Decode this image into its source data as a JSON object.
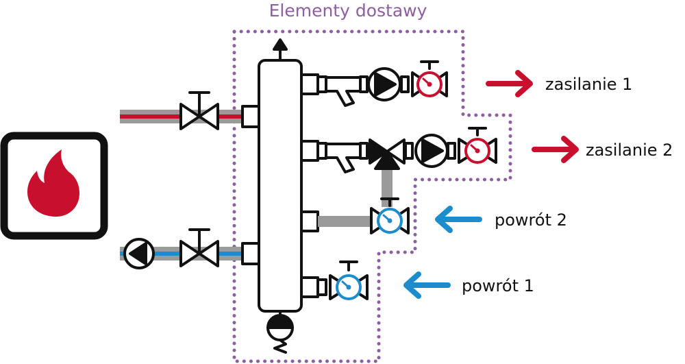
{
  "title": "Elementy dostawy",
  "labels": {
    "supply1": "zasilanie 1",
    "supply2": "zasilanie 2",
    "return2": "powrót 2",
    "return1": "powrót 1"
  },
  "colors": {
    "scope_border": "#8e5ea2",
    "supply": "#c8102e",
    "return": "#1c8ccc",
    "pipe_gray": "#9a9a9a",
    "outline": "#111111"
  },
  "icons": {
    "boiler": "flame-icon",
    "pump": "pump-icon",
    "valve": "shutoff-valve-icon",
    "mixing": "three-way-mixing-valve-icon",
    "thermometer": "thermometer-valve-icon",
    "filter": "strainer-icon",
    "vent": "air-vent-icon",
    "drain": "drain-valve-icon"
  }
}
